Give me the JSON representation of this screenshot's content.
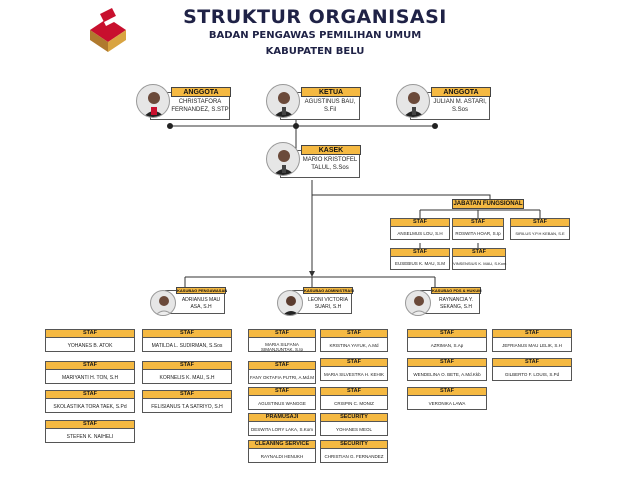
{
  "header": {
    "title": "STRUKTUR ORGANISASI",
    "subtitle1": "BADAN PENGAWAS PEMILIHAN UMUM",
    "subtitle2": "KABUPATEN BELU"
  },
  "leaders": [
    {
      "role": "ANGGOTA",
      "name1": "CHRISTAFORA",
      "name2": "FERNANDEZ, S.STP"
    },
    {
      "role": "KETUA",
      "name1": "AGUSTINUS BAU,",
      "name2": "S.Fil"
    },
    {
      "role": "ANGGOTA",
      "name1": "JULIAN M. ASTARI,",
      "name2": "S.Sos"
    }
  ],
  "kasek": {
    "role": "KASEK",
    "name1": "MARIO KRISTOFEL",
    "name2": "TALUL, S.Sos"
  },
  "jabatan": {
    "title": "JABATAN FUNGSIONAL",
    "items": [
      {
        "head": "STAF",
        "name": "ANSELMUS LOU, S.H"
      },
      {
        "head": "STAF",
        "name": "ROSWITA HOAR, S.Ip"
      },
      {
        "head": "STAF",
        "name": "SIRILUS Y.P.H KEBAN, S.E"
      },
      {
        "head": "STAF",
        "name": "EUSEBIUS K. MAU, S.M"
      },
      {
        "head": "STAF",
        "name": "VINSENSIUS K. MAU, S.Kom"
      }
    ]
  },
  "heads": [
    {
      "role": "KASUBAG PENGAWASAN",
      "name1": "ADRIANUS MAU",
      "name2": "ASA, S.H"
    },
    {
      "role": "KASUBAG ADMINISTRASI",
      "name1": "LEONI VICTORIA",
      "name2": "SUARI, S.H"
    },
    {
      "role": "KASUBAG PDS & HUKUM",
      "name1": "RAYNANCIA Y.",
      "name2": "SEKANG, S.H"
    }
  ],
  "staff": {
    "col1": [
      {
        "head": "STAF",
        "name": "YOHANES B. ATOK"
      },
      {
        "head": "STAF",
        "name": "MARIYANTI H. TON, S.H"
      },
      {
        "head": "STAF",
        "name": "SKOLASTIKA TORA TAEK, S.Pd"
      },
      {
        "head": "STAF",
        "name": "STEFEN K. NAIHELI"
      }
    ],
    "col2": [
      {
        "head": "STAF",
        "name": "MATILDA L. SUDIRMAN, S.Sos"
      },
      {
        "head": "STAF",
        "name": "KORNELIS K. MAU, S.H"
      },
      {
        "head": "STAF",
        "name": "FELISIANUS T.A SATRIYO, S.H"
      }
    ],
    "col3": [
      {
        "head": "STAF",
        "name": "MARIA SILFANA SIMANJUNTAK, S.Ip"
      },
      {
        "head": "STAF",
        "name": "FANY OKTAFIA PUTRI, A.Md.M"
      },
      {
        "head": "STAF",
        "name": "AGUSTINUS WANGGE"
      },
      {
        "head": "PRAMUSAJI",
        "name": "DESWITA LORY LAKA, S.Kom"
      },
      {
        "head": "CLEANING SERVICE",
        "name": "RAYNALDI HENUKH"
      }
    ],
    "col4": [
      {
        "head": "STAF",
        "name": "KRISTINA YAYUK, A.Md"
      },
      {
        "head": "STAF",
        "name": "MARIA SILVESTRA H. KEHIK"
      },
      {
        "head": "STAF",
        "name": "CRISPIN C. MONIZ"
      },
      {
        "head": "SECURITY",
        "name": "YOHANES MEOL"
      },
      {
        "head": "SECURITY",
        "name": "CHRISTIAN G. FERNANDEZ"
      }
    ],
    "col5": [
      {
        "head": "STAF",
        "name": "AZRIMAN, S.Ap"
      },
      {
        "head": "STAF",
        "name": "WENDELINA O. BETE, A.Md.Kkb"
      },
      {
        "head": "STAF",
        "name": "VERONIKA LAWA"
      }
    ],
    "col6": [
      {
        "head": "STAF",
        "name": "JEFRIANUS MAU LELIK, S.H"
      },
      {
        "head": "STAF",
        "name": "GILBERTO F. LOUIS, S.Pd"
      }
    ]
  }
}
